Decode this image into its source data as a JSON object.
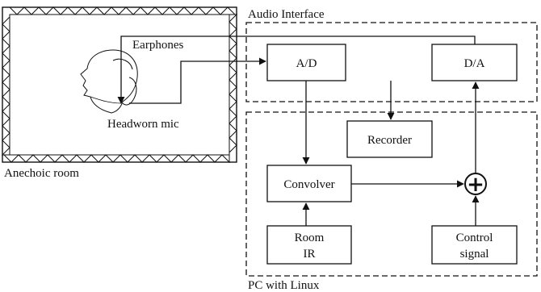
{
  "anechoic_room": {
    "label": "Anechoic room"
  },
  "audio_interface": {
    "label": "Audio Interface"
  },
  "pc": {
    "label": "PC with Linux"
  },
  "earphones": {
    "label": "Earphones"
  },
  "headworn_mic": {
    "label": "Headworn mic"
  },
  "blocks": {
    "ad": {
      "label": "A/D"
    },
    "da": {
      "label": "D/A"
    },
    "recorder": {
      "label": "Recorder"
    },
    "convolver": {
      "label": "Convolver"
    },
    "room_ir": {
      "line1": "Room",
      "line2": "IR"
    },
    "control": {
      "line1": "Control",
      "line2": "signal"
    }
  },
  "summer": {
    "symbol": "+"
  }
}
